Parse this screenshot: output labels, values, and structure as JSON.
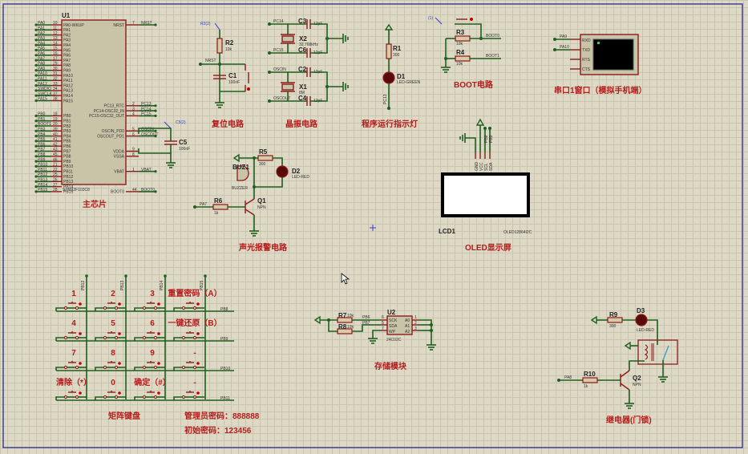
{
  "sheet": {
    "border_color": "#4a4a9a",
    "grid_color": "#c9c5b0",
    "wire_color": "#1f5f1f",
    "part_color": "#8a1c1c",
    "title_color": "#b51c1c"
  },
  "mcu": {
    "ref": "U1",
    "part": "STM32F103C8",
    "title": "主芯片",
    "left_pins": [
      {
        "net": "PA0",
        "num": "10",
        "name": "PA0-WKUP"
      },
      {
        "net": "PA1",
        "num": "11",
        "name": "PA1"
      },
      {
        "net": "PA2",
        "num": "12",
        "name": "PA2"
      },
      {
        "net": "PA3",
        "num": "13",
        "name": "PA3"
      },
      {
        "net": "PA4",
        "num": "14",
        "name": "PA4"
      },
      {
        "net": "PA5",
        "num": "15",
        "name": "PA5"
      },
      {
        "net": "PA6",
        "num": "16",
        "name": "PA6"
      },
      {
        "net": "PA7",
        "num": "17",
        "name": "PA7"
      },
      {
        "net": "PA8",
        "num": "29",
        "name": "PA8"
      },
      {
        "net": "PA9",
        "num": "30",
        "name": "PA9"
      },
      {
        "net": "PA10",
        "num": "31",
        "name": "PA10"
      },
      {
        "net": "PA11",
        "num": "32",
        "name": "PA11"
      },
      {
        "net": "PA12",
        "num": "33",
        "name": "PA12"
      },
      {
        "net": "SWDIO",
        "num": "34",
        "name": "PA13"
      },
      {
        "net": "SWCLK",
        "num": "37",
        "name": "PA14"
      },
      {
        "net": "PA15",
        "num": "38",
        "name": "PA15"
      },
      {
        "net": "PB0",
        "num": "18",
        "name": "PB0"
      },
      {
        "net": "PB1",
        "num": "19",
        "name": "PB1"
      },
      {
        "net": "BOOT1",
        "num": "20",
        "name": "PB2"
      },
      {
        "net": "PB3",
        "num": "39",
        "name": "PB3"
      },
      {
        "net": "PB4",
        "num": "40",
        "name": "PB4"
      },
      {
        "net": "PB5",
        "num": "41",
        "name": "PB5"
      },
      {
        "net": "PB6",
        "num": "42",
        "name": "PB6"
      },
      {
        "net": "PB7",
        "num": "43",
        "name": "PB7"
      },
      {
        "net": "PB8",
        "num": "45",
        "name": "PB8"
      },
      {
        "net": "PB9",
        "num": "46",
        "name": "PB9"
      },
      {
        "net": "PB10",
        "num": "21",
        "name": "PB10"
      },
      {
        "net": "PB11",
        "num": "22",
        "name": "PB11"
      },
      {
        "net": "PB12",
        "num": "25",
        "name": "PB12"
      },
      {
        "net": "PB13",
        "num": "26",
        "name": "PB13"
      },
      {
        "net": "PB14",
        "num": "27",
        "name": "PB14"
      },
      {
        "net": "PB15",
        "num": "28",
        "name": "PB15"
      }
    ],
    "right_pins": [
      {
        "net": "NRST",
        "num": "7",
        "name": "NRST",
        "row": 0
      },
      {
        "net": "PC13",
        "num": "2",
        "name": "PC13_RTC",
        "row": 16
      },
      {
        "net": "PC14",
        "num": "3",
        "name": "PC14-OSC32_IN",
        "row": 17
      },
      {
        "net": "PC15",
        "num": "4",
        "name": "PC15-OSC32_OUT",
        "row": 18
      },
      {
        "net": "OSCIN",
        "num": "5",
        "name": "OSCIN_PD0",
        "row": 21
      },
      {
        "net": "OSCOUT",
        "num": "6",
        "name": "OSCOUT_PD1",
        "row": 22
      },
      {
        "net": "",
        "num": "9",
        "name": "VDDA",
        "row": 25
      },
      {
        "net": "",
        "num": "8",
        "name": "VSSA",
        "row": 26
      },
      {
        "net": "VBAT",
        "num": "1",
        "name": "VBAT",
        "row": 29
      },
      {
        "net": "BOOT0",
        "num": "44",
        "name": "BOOT0",
        "row": 33
      }
    ],
    "decoupling": {
      "ref": "C5",
      "value": "100nF",
      "probe": "C5(2)"
    }
  },
  "reset": {
    "title": "复位电路",
    "r_ref": "R2",
    "r_val": "10k",
    "c_ref": "C1",
    "c_val": "100nF",
    "net": "NRST",
    "probe": "R2(2)"
  },
  "crystal": {
    "title": "晶振电路",
    "x2": {
      "ref": "X2",
      "val": "32.768kHz",
      "net_a": "PC14",
      "net_b": "PC15",
      "c_a": "C3",
      "c_b": "C6",
      "cval": "12pF"
    },
    "x1": {
      "ref": "X1",
      "val": "8M",
      "net_a": "OSCIN",
      "net_b": "OSCOUT",
      "c_a": "C2",
      "c_b": "C4",
      "cval": "12pF"
    }
  },
  "run_led": {
    "title": "程序运行指示灯",
    "r_ref": "R1",
    "r_val": "300",
    "d_ref": "D1",
    "d_val": "LED-GREEN",
    "net": "PC13"
  },
  "boot": {
    "title": "BOOT电路",
    "probe": "(1)",
    "r3": "R3",
    "r3_val": "10k",
    "r4": "R4",
    "r4_val": "10k",
    "net0": "BOOT0",
    "net1": "BOOT1"
  },
  "uart": {
    "title": "串口1窗口（模拟手机端）",
    "net_rx": "PA9",
    "net_tx": "PA10",
    "pins": [
      "RXD",
      "TXD",
      "RTS",
      "CTS"
    ]
  },
  "alarm": {
    "title": "声光报警电路",
    "buz_ref": "BUZ1",
    "buz_val": "BUZZER",
    "r5": "R5",
    "r5_val": "300",
    "d_ref": "D2",
    "d_val": "LED-RED",
    "r6": "R6",
    "r6_val": "1k",
    "q_ref": "Q1",
    "q_val": "NPN",
    "net": "PA7"
  },
  "oled": {
    "title": "OLED显示屏",
    "ref": "LCD1",
    "part": "OLED12864I2C",
    "pins": [
      "GND",
      "VCC",
      "SCL",
      "SDA"
    ],
    "pin_nums": [
      "1",
      "2",
      "3",
      "4"
    ],
    "nets": [
      "",
      "",
      "PB8",
      "PB9"
    ]
  },
  "keypad": {
    "title": "矩阵键盘",
    "col_nets": [
      "PB12",
      "PB13",
      "PB14",
      "PB15"
    ],
    "row_nets": [
      "PB8",
      "PB9",
      "PB10",
      "PB11"
    ],
    "keys": [
      [
        "1",
        "2",
        "3",
        "重置密码（A）"
      ],
      [
        "4",
        "5",
        "6",
        "一键还原（B）"
      ],
      [
        "7",
        "8",
        "9",
        "-"
      ],
      [
        "清除（*）",
        "0",
        "确定（#）",
        "-"
      ]
    ],
    "admin_pw": "管理员密码：888888",
    "init_pw": "初始密码：123456"
  },
  "eeprom": {
    "title": "存储模块",
    "ref": "U2",
    "part": "24C02C",
    "r7": "R7",
    "r7_val": "10k",
    "r8": "R8",
    "r8_val": "10k",
    "net_scl": "PB6",
    "net_sda": "PB7",
    "left_pins": [
      {
        "num": "6",
        "name": "SCK"
      },
      {
        "num": "5",
        "name": "SDA"
      },
      {
        "num": "7",
        "name": "WP"
      }
    ],
    "right_pins": [
      {
        "num": "1",
        "name": "A0"
      },
      {
        "num": "2",
        "name": "A1"
      },
      {
        "num": "3",
        "name": "A2"
      }
    ]
  },
  "relay": {
    "title": "继电器(门锁)",
    "r9": "R9",
    "r9_val": "300",
    "d_ref": "D3",
    "d_val": "LED-RED",
    "r10": "R10",
    "r10_val": "1k",
    "q_ref": "Q2",
    "q_val": "NPN",
    "net": "PA8"
  }
}
